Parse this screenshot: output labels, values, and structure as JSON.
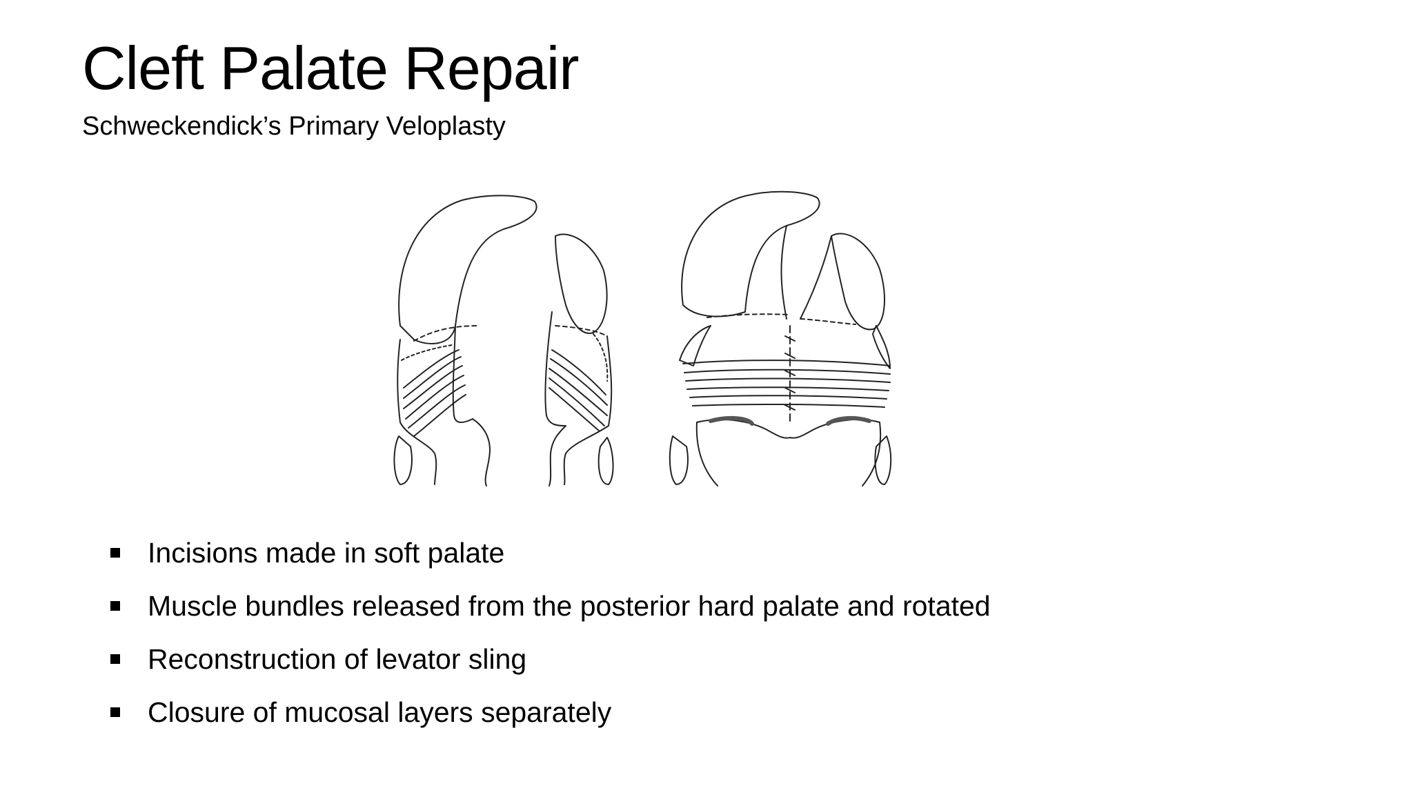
{
  "slide": {
    "title": "Cleft Palate Repair",
    "subtitle": "Schweckendick’s Primary Veloplasty",
    "bullets": [
      "Incisions made in soft palate",
      "Muscle bundles released from the posterior hard palate and rotated",
      "Reconstruction of levator sling",
      "Closure of mucosal layers separately"
    ]
  }
}
